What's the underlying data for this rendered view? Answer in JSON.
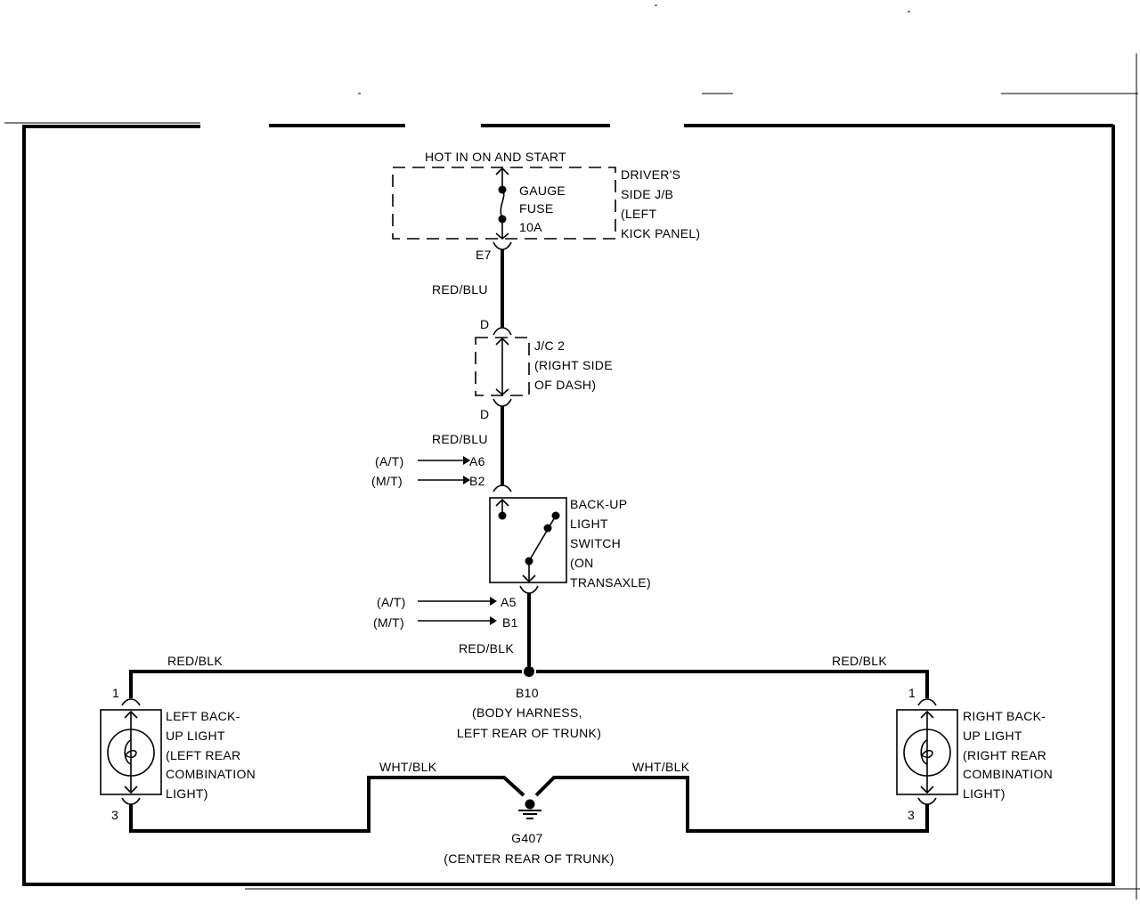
{
  "diagram": {
    "power_source": "HOT IN ON AND START",
    "junction_block": {
      "lines": [
        "DRIVER'S",
        "SIDE J/B",
        "(LEFT",
        "KICK PANEL)"
      ]
    },
    "fuse": {
      "lines": [
        "GAUGE",
        "FUSE",
        "10A"
      ]
    },
    "connectors": {
      "e7": "E7",
      "d_top": "D",
      "d_bottom": "D",
      "a6": "A6",
      "b2": "B2",
      "a5": "A5",
      "b1": "B1",
      "left_1": "1",
      "left_3": "3",
      "right_1": "1",
      "right_3": "3"
    },
    "wires": {
      "red_blu_1": "RED/BLU",
      "red_blu_2": "RED/BLU",
      "red_blk_center": "RED/BLK",
      "red_blk_left": "RED/BLK",
      "red_blk_right": "RED/BLK",
      "wht_blk_left": "WHT/BLK",
      "wht_blk_right": "WHT/BLK"
    },
    "jc2": {
      "lines": [
        "J/C 2",
        "(RIGHT SIDE",
        "OF DASH)"
      ]
    },
    "transmission_tags": {
      "at_top": "(A/T)",
      "mt_top": "(M/T)",
      "at_bottom": "(A/T)",
      "mt_bottom": "(M/T)"
    },
    "switch": {
      "lines": [
        "BACK-UP",
        "LIGHT",
        "SWITCH",
        "(ON",
        "TRANSAXLE)"
      ]
    },
    "splice": {
      "lines": [
        "B10",
        "(BODY HARNESS,",
        "LEFT REAR OF TRUNK)"
      ]
    },
    "left_lamp": {
      "lines": [
        "LEFT BACK-",
        "UP LIGHT",
        "(LEFT REAR",
        "COMBINATION",
        "LIGHT)"
      ]
    },
    "right_lamp": {
      "lines": [
        "RIGHT BACK-",
        "UP LIGHT",
        "(RIGHT REAR",
        "COMBINATION",
        "LIGHT)"
      ]
    },
    "ground": {
      "lines": [
        "G407",
        "(CENTER REAR OF TRUNK)"
      ]
    }
  }
}
